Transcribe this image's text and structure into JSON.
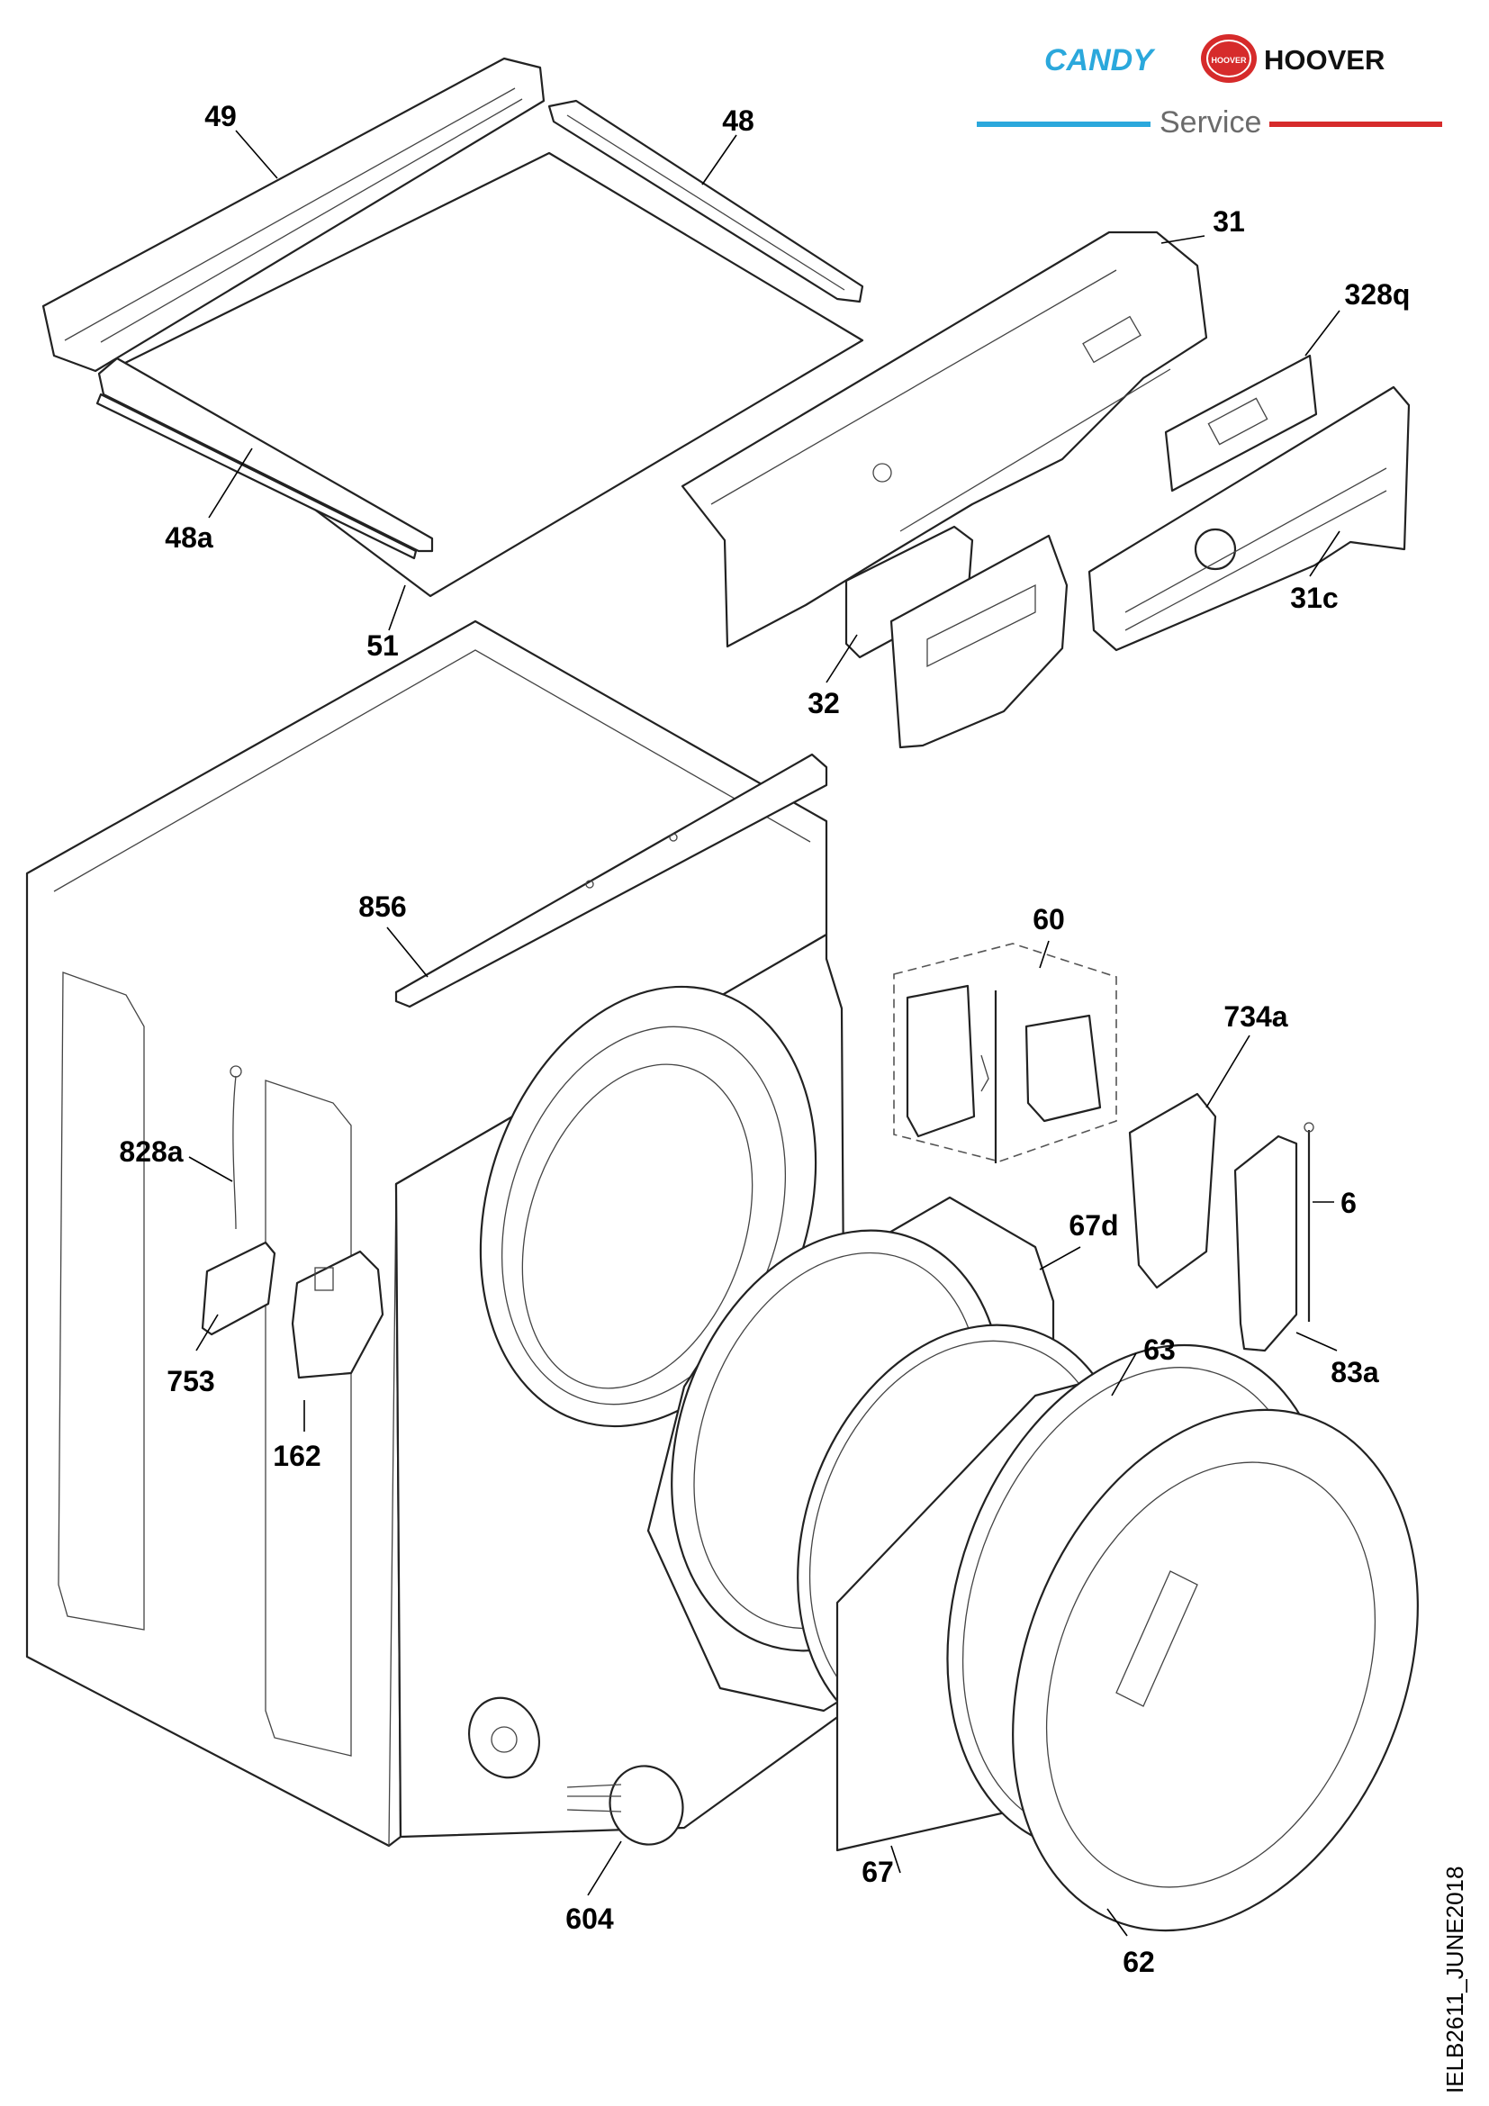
{
  "header": {
    "brand_1": "CANDY",
    "brand_2": "HOOVER",
    "brand_2_badge": "HOOVER",
    "service": "Service",
    "colors": {
      "candy_blue": "#2ba8dc",
      "hoover_red": "#d62b2b"
    }
  },
  "drawing_code": "IELB2611_JUNE2018",
  "parts": {
    "p49": "49",
    "p48": "48",
    "p48a": "48a",
    "p51": "51",
    "p31": "31",
    "p328q": "328q",
    "p31c": "31c",
    "p32": "32",
    "p856": "856",
    "p60": "60",
    "p734a": "734a",
    "p828a": "828a",
    "p6": "6",
    "p67d": "67d",
    "p753": "753",
    "p83a": "83a",
    "p63": "63",
    "p162": "162",
    "p604": "604",
    "p67": "67",
    "p62": "62"
  }
}
